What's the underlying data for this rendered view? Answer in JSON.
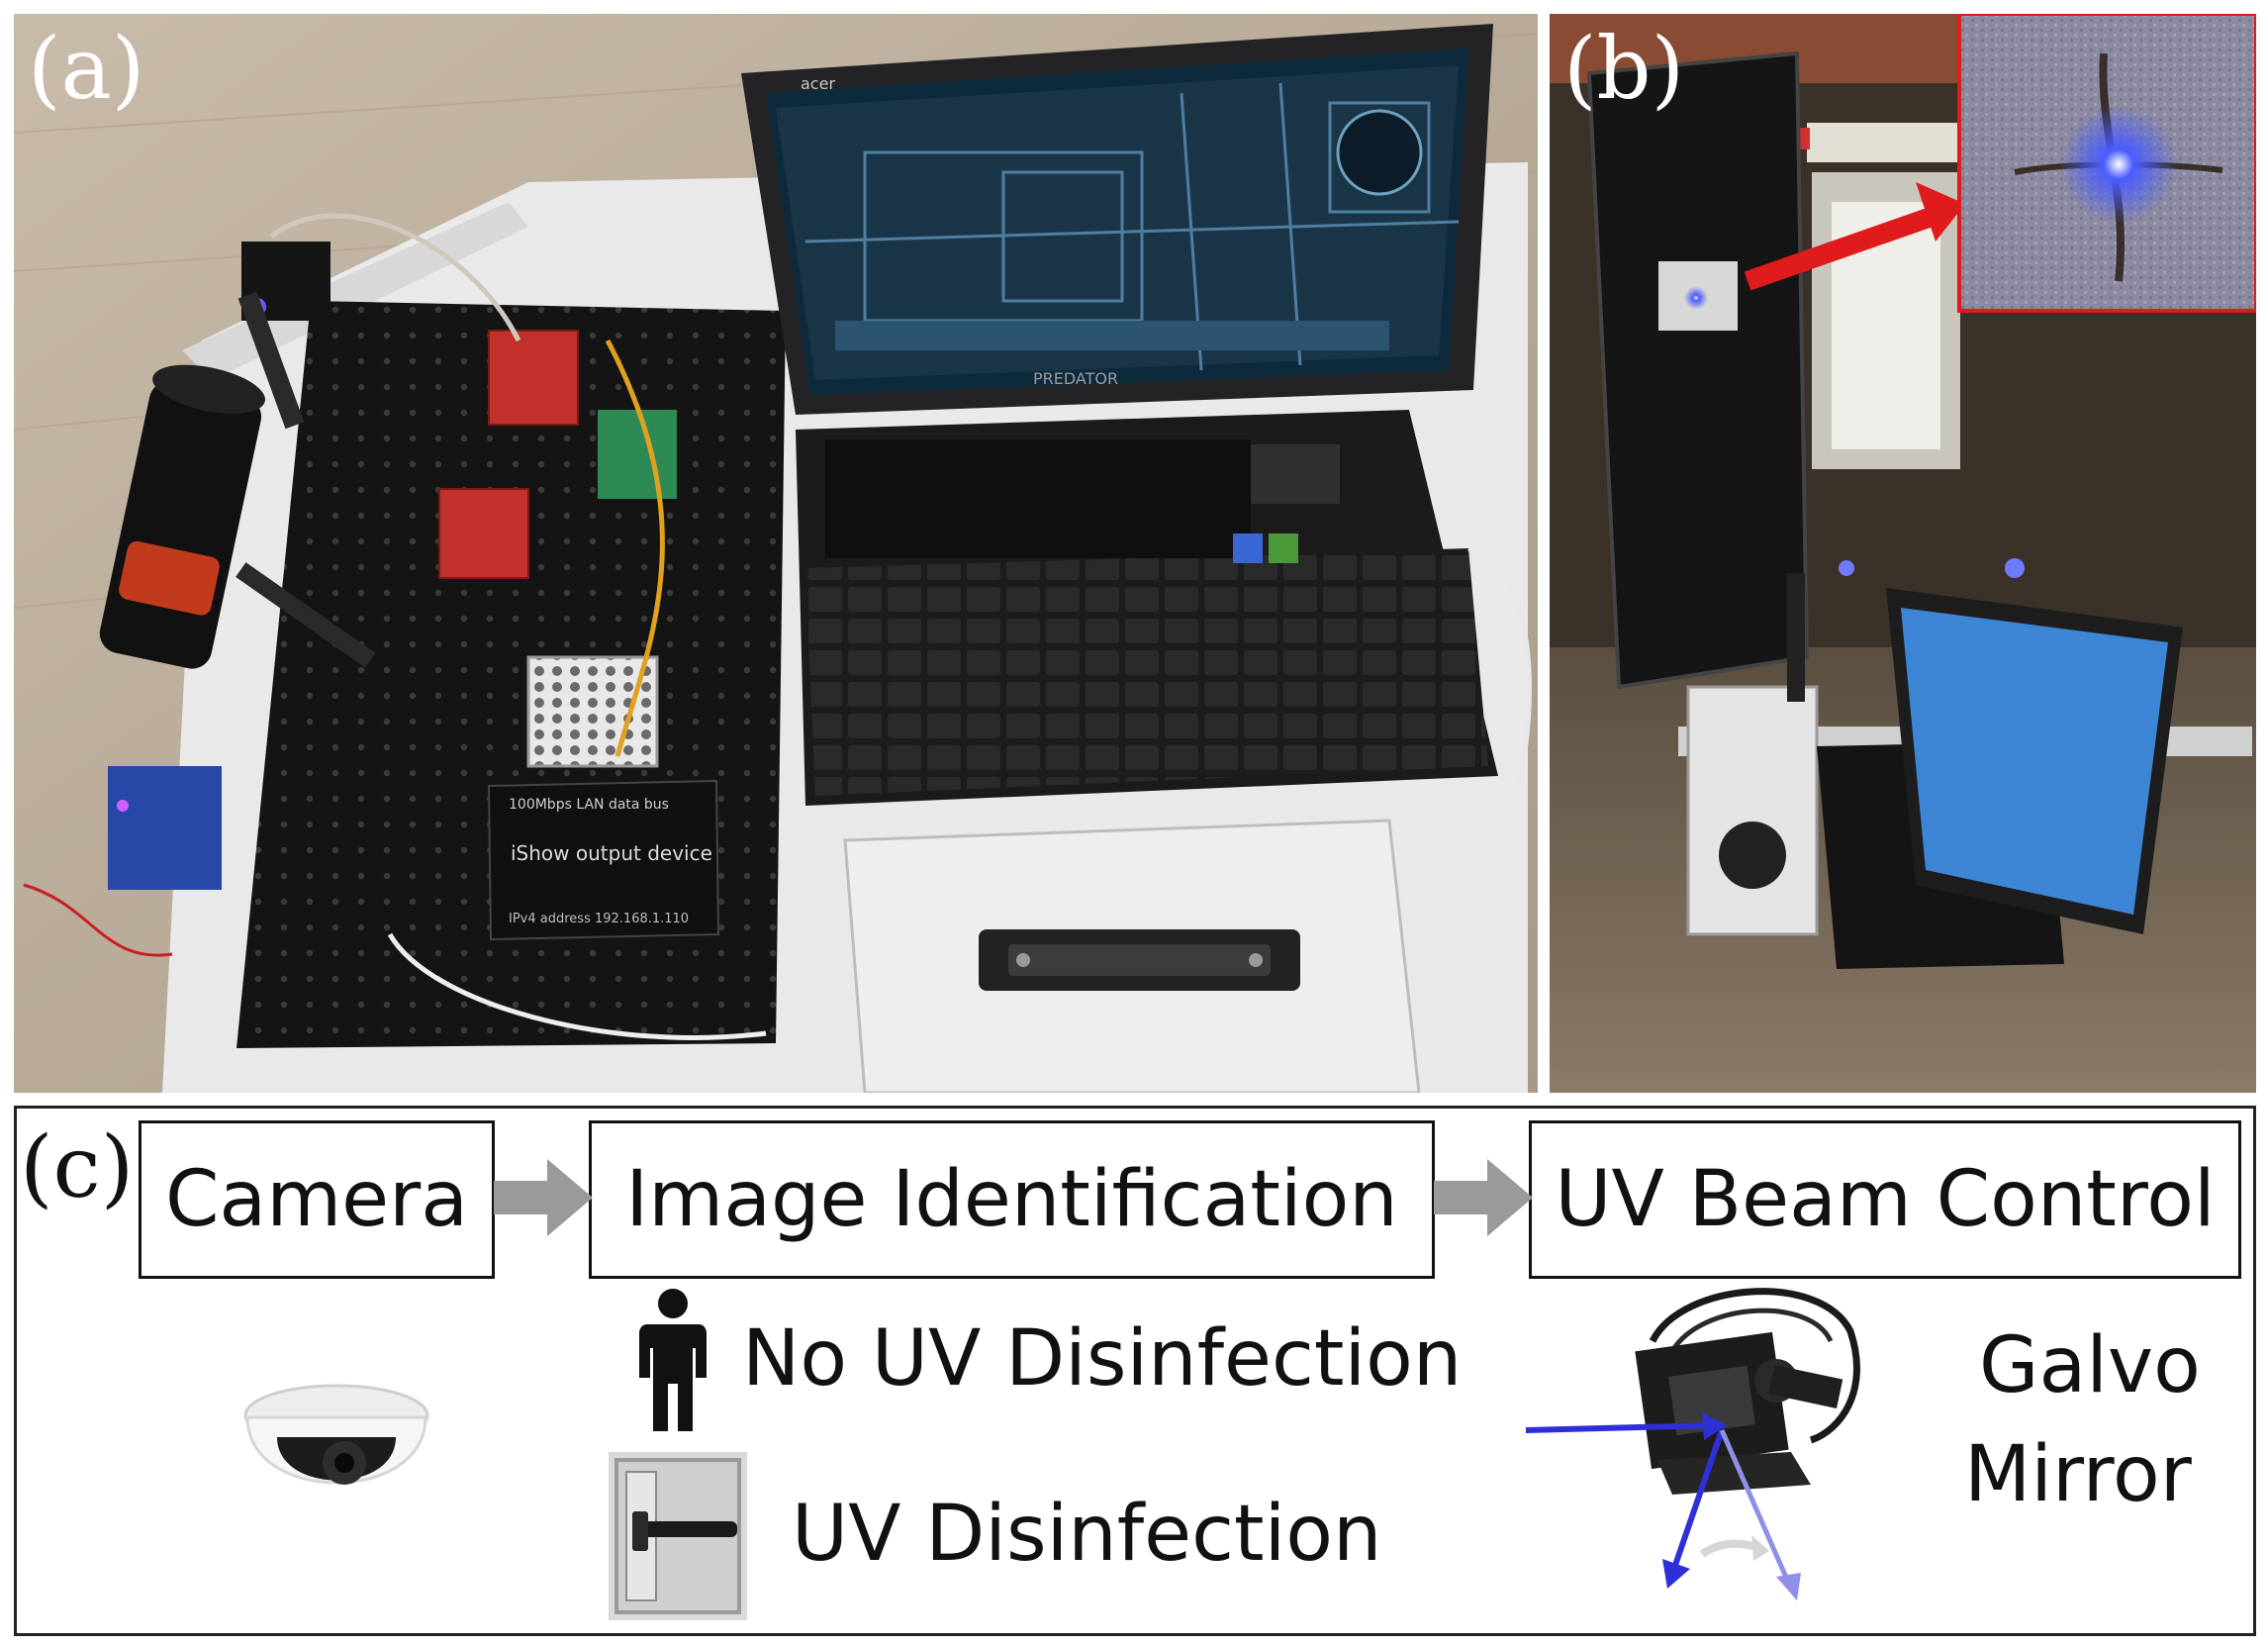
{
  "panels": {
    "a_label": "(a)",
    "b_label": "(b)",
    "c_label": "(c)"
  },
  "flow": {
    "step1": "Camera",
    "step2": "Image Identification",
    "step3": "UV Beam Control"
  },
  "legend": {
    "person_text": "No UV Disinfection",
    "handle_text": "UV Disinfection",
    "galvo_line1": "Galvo",
    "galvo_line2": "Mirror"
  },
  "device_labels": {
    "bus": "100Mbps LAN data bus",
    "device": "iShow output device",
    "ip": "IPv4 address 192.168.1.110",
    "laptop_brand": "acer",
    "laptop_model": "PREDATOR"
  },
  "colors": {
    "arrow_gray": "#9a9a9a",
    "beam_blue": "#2f2fd8",
    "beam_light": "#8f8fe8",
    "highlight_red": "#e01b1b"
  }
}
